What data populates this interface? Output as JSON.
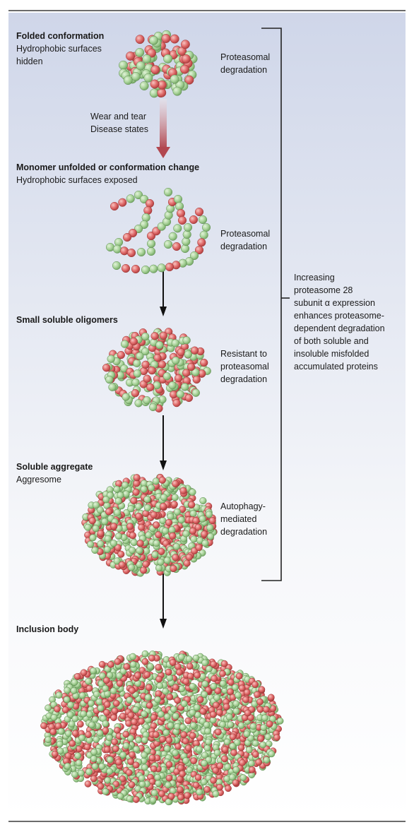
{
  "stages": [
    {
      "title": "Folded conformation",
      "subtitle": "Hydrophobic surfaces hidden",
      "fate": "Proteasomal degradation"
    },
    {
      "title": "Monomer unfolded or conformation change",
      "subtitle": "Hydrophobic surfaces exposed",
      "fate": "Proteasomal degradation"
    },
    {
      "title": "Small soluble oligomers",
      "subtitle": "",
      "fate": "Resistant to proteasomal degradation"
    },
    {
      "title": "Soluble aggregate",
      "subtitle": "Aggresome",
      "fate": "Autophagy- mediated degradation"
    },
    {
      "title": "Inclusion body",
      "subtitle": "",
      "fate": ""
    }
  ],
  "transition": {
    "line1": "Wear and tear",
    "line2": "Disease states"
  },
  "fates": {
    "f1_l1": "Proteasomal",
    "f1_l2": "degradation",
    "f2_l1": "Proteasomal",
    "f2_l2": "degradation",
    "f3_l1": "Resistant to",
    "f3_l2": "proteasomal",
    "f3_l3": "degradation",
    "f4_l1": "Autophagy-",
    "f4_l2": "mediated",
    "f4_l3": "degradation"
  },
  "note": {
    "l1": "Increasing",
    "l2": "proteasome 28",
    "l3": "subunit α expression",
    "l4": "enhances proteasome-",
    "l5": "dependent degradation",
    "l6": "of both soluble and",
    "l7": "insoluble misfolded",
    "l8": "accumulated proteins"
  },
  "colors": {
    "green_bead": "#a9d39a",
    "red_bead": "#e06a6a",
    "arrow_red": "#b2474f",
    "arrow_black": "#111111"
  }
}
